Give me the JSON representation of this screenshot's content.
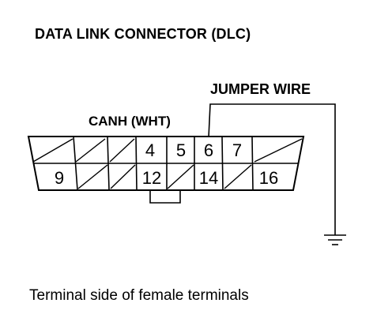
{
  "title": "DATA LINK CONNECTOR (DLC)",
  "jumper_label": "JUMPER WIRE",
  "canh_label": "CANH (WHT)",
  "caption": "Terminal side of female terminals",
  "connector": {
    "top_row": [
      "",
      "",
      "",
      "4",
      "5",
      "6",
      "7",
      ""
    ],
    "bottom_row": [
      "9",
      "",
      "",
      "12",
      "",
      "14",
      "",
      "16"
    ]
  }
}
